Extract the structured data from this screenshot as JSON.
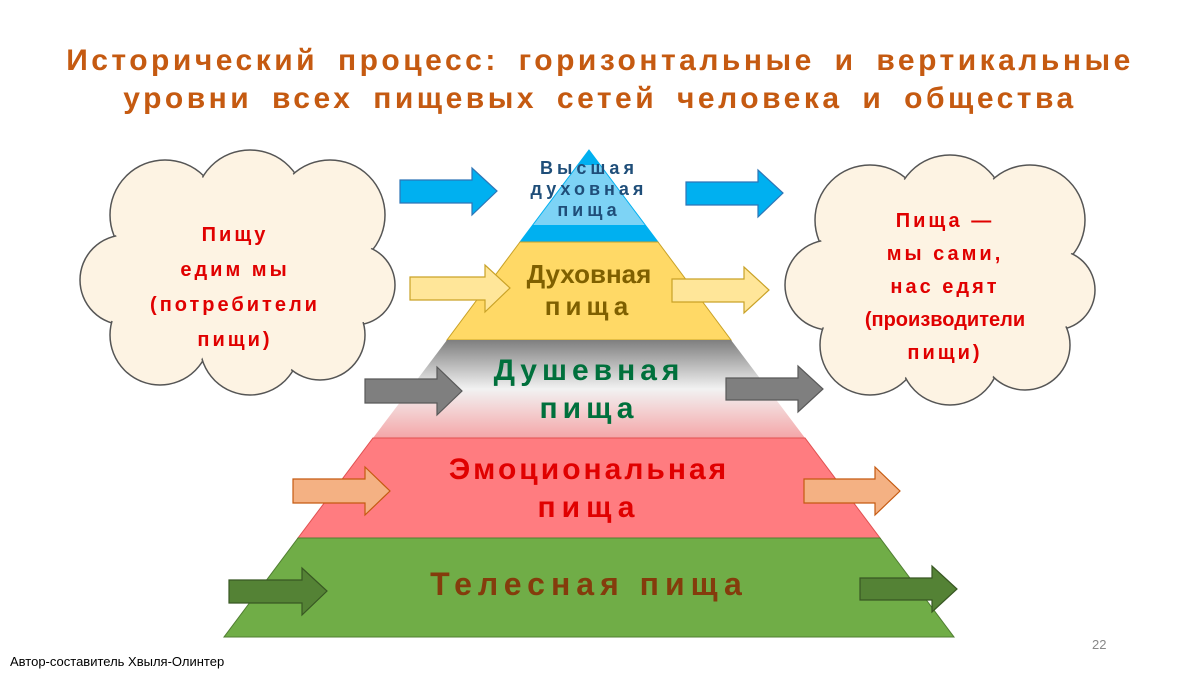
{
  "title_line1": "Исторический процесс: горизонтальные и вертикальные",
  "title_line2": "уровни всех пищевых сетей человека и общества",
  "left_cloud": [
    "Пищу",
    "едим мы",
    "(потребители",
    "пищи)"
  ],
  "right_cloud": [
    "Пища —",
    "мы сами,",
    "нас едят",
    "(производители",
    "пищи)"
  ],
  "levels": {
    "top": [
      "Высшая",
      "духовная",
      "пища"
    ],
    "spiritual": [
      "Духовная",
      "пища"
    ],
    "soul": [
      "Душевная",
      "пища"
    ],
    "emotional": [
      "Эмоциональная",
      "пища"
    ],
    "bodily": [
      "Телесная пища"
    ]
  },
  "colors": {
    "title": "#c55a11",
    "blue": "#00b0f0",
    "yellow": "#ffd966",
    "grey": "#7f7f7f",
    "red": "#ff7c80",
    "green": "#70ad47"
  },
  "footer": "Автор-составитель Хвыля-Олинтер",
  "page_number": "22"
}
